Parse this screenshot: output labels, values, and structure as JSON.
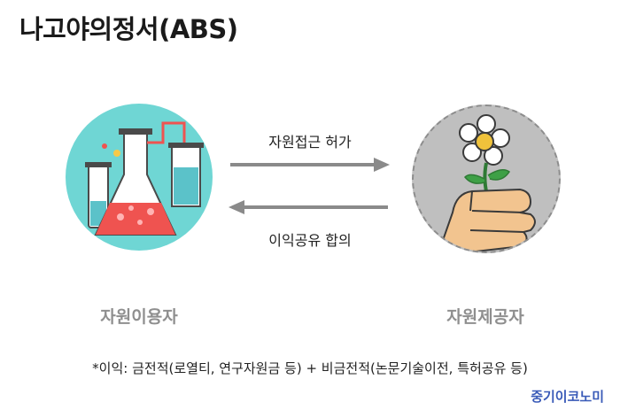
{
  "title": "나고야의정서(ABS)",
  "user": {
    "label": "자원이용자"
  },
  "provider": {
    "label": "자원제공자"
  },
  "arrows": {
    "top_label": "자원접근 허가",
    "bottom_label": "이익공유 합의"
  },
  "footnote": "*이익: 금전적(로열티, 연구자원금 등) + 비금전적(논문기술이전, 특허공유 등)",
  "brand": "중기이코노미",
  "colors": {
    "user_circle": "#6fd6d4",
    "provider_circle": "#bfbfbf",
    "arrow": "#8a8a8a",
    "label_gray": "#8f8f8f",
    "brand": "#3a5bb8"
  }
}
